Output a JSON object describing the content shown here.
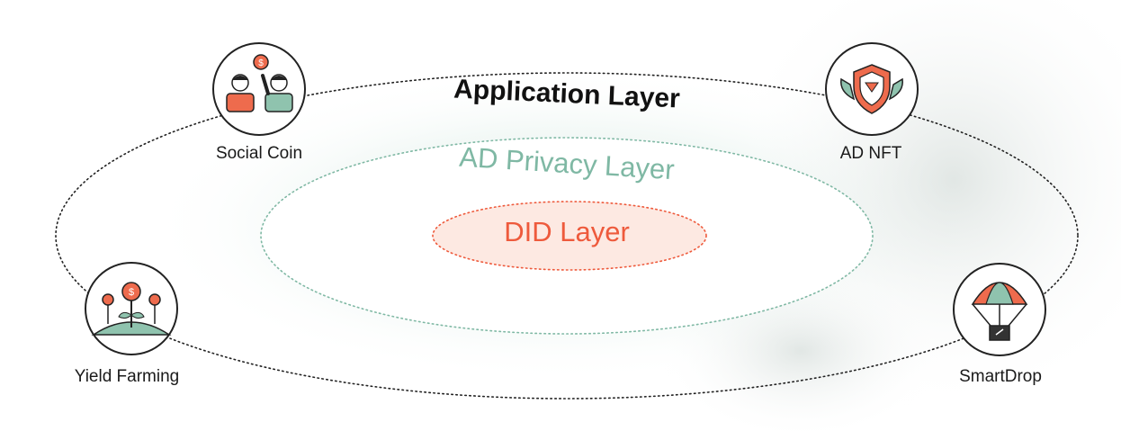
{
  "layers": {
    "application": "Application Layer",
    "privacy": "AD Privacy Layer",
    "did": "DID Layer"
  },
  "nodes": [
    {
      "label": "Social Coin",
      "icon": "social-coin-icon"
    },
    {
      "label": "AD NFT",
      "icon": "ad-nft-icon"
    },
    {
      "label": "Yield Farming",
      "icon": "yield-farming-icon"
    },
    {
      "label": "SmartDrop",
      "icon": "smartdrop-icon"
    }
  ],
  "colors": {
    "accent_green": "#7fb8a4",
    "accent_red": "#ee5a3c",
    "line_dark": "#222222"
  }
}
